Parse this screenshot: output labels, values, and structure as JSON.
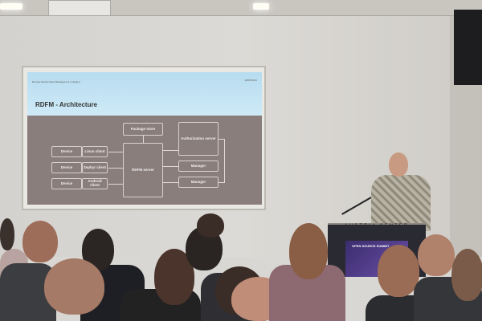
{
  "slide": {
    "header": "Remote Device Fleet Management in Zephyr",
    "logo": "antmicro",
    "title": "RDFM - Architecture",
    "diagram": {
      "devices": [
        {
          "device": "Device",
          "client": "Linux client"
        },
        {
          "device": "Device",
          "client": "Zephyr client"
        },
        {
          "device": "Device",
          "client": "Android client"
        }
      ],
      "server": "RDFM server",
      "package_store": "Package store",
      "auth_server": "Authorization server",
      "managers": [
        "Manager",
        "Manager"
      ]
    }
  },
  "podium": {
    "venue": "AUSTRIA CENTER",
    "event": "OPEN SOURCE SUMMIT"
  }
}
